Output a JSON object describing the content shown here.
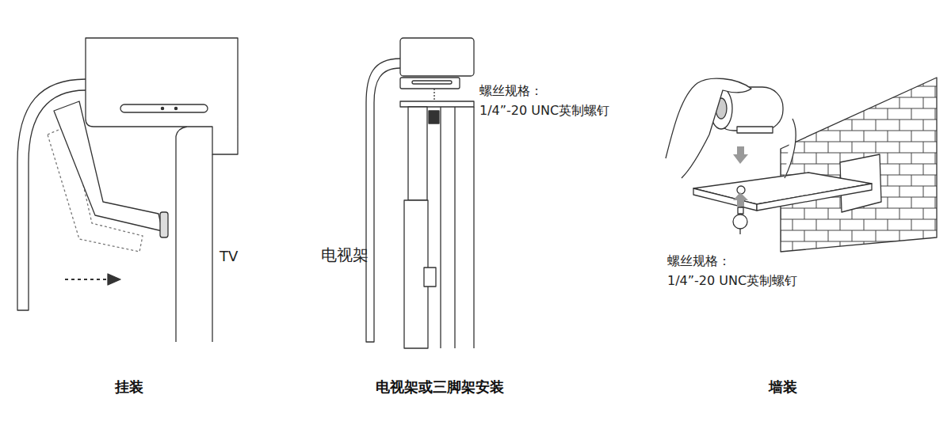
{
  "diagram": {
    "labels": [
      "TV",
      "螺丝规格：",
      "1/4”-20 UNC英制螺钉",
      "电视架",
      "螺丝规格：",
      "1/4”-20 UNC英制螺钉",
      "挂装",
      "电视架或三脚架安装",
      "墙装"
    ]
  }
}
